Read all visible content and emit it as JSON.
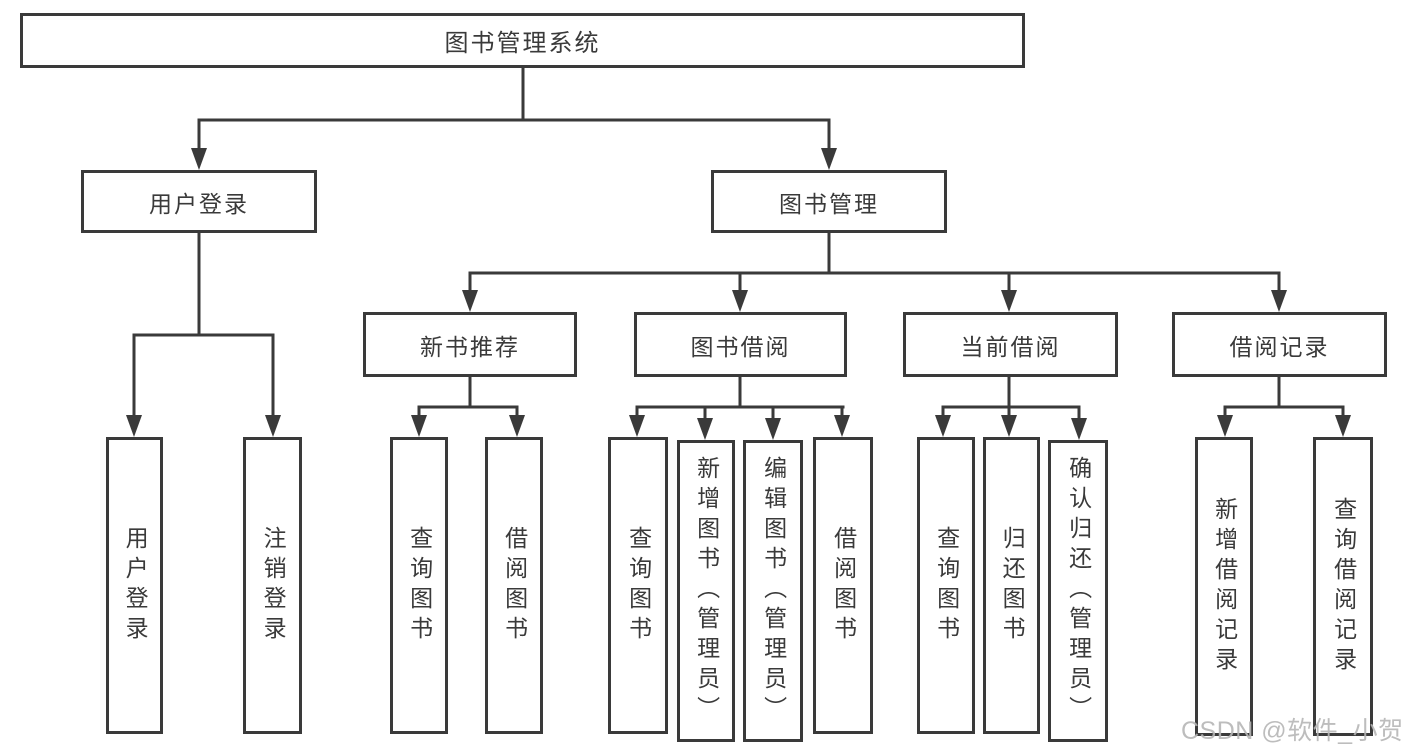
{
  "diagram": {
    "root": {
      "label": "图书管理系统"
    },
    "level2": [
      {
        "label": "用户登录"
      },
      {
        "label": "图书管理"
      }
    ],
    "level3": [
      {
        "label": "新书推荐"
      },
      {
        "label": "图书借阅"
      },
      {
        "label": "当前借阅"
      },
      {
        "label": "借阅记录"
      }
    ],
    "leaves": {
      "user_login": [
        {
          "label": "用户登录"
        },
        {
          "label": "注销登录"
        }
      ],
      "new_book_recommend": [
        {
          "label": "查询图书"
        },
        {
          "label": "借阅图书"
        }
      ],
      "book_borrow": [
        {
          "label": "查询图书"
        },
        {
          "label": "新增图书（管理员）"
        },
        {
          "label": "编辑图书（管理员）"
        },
        {
          "label": "借阅图书"
        }
      ],
      "current_borrow": [
        {
          "label": "查询图书"
        },
        {
          "label": "归还图书"
        },
        {
          "label": "确认归还（管理员）"
        }
      ],
      "borrow_records": [
        {
          "label": "新增借阅记录"
        },
        {
          "label": "查询借阅记录"
        }
      ]
    },
    "watermark": "CSDN @软件_小贺同学",
    "colors": {
      "line": "#3a3a3a",
      "text": "#3a3a3a",
      "watermark": "#b6b6b6",
      "background": "#ffffff"
    }
  }
}
